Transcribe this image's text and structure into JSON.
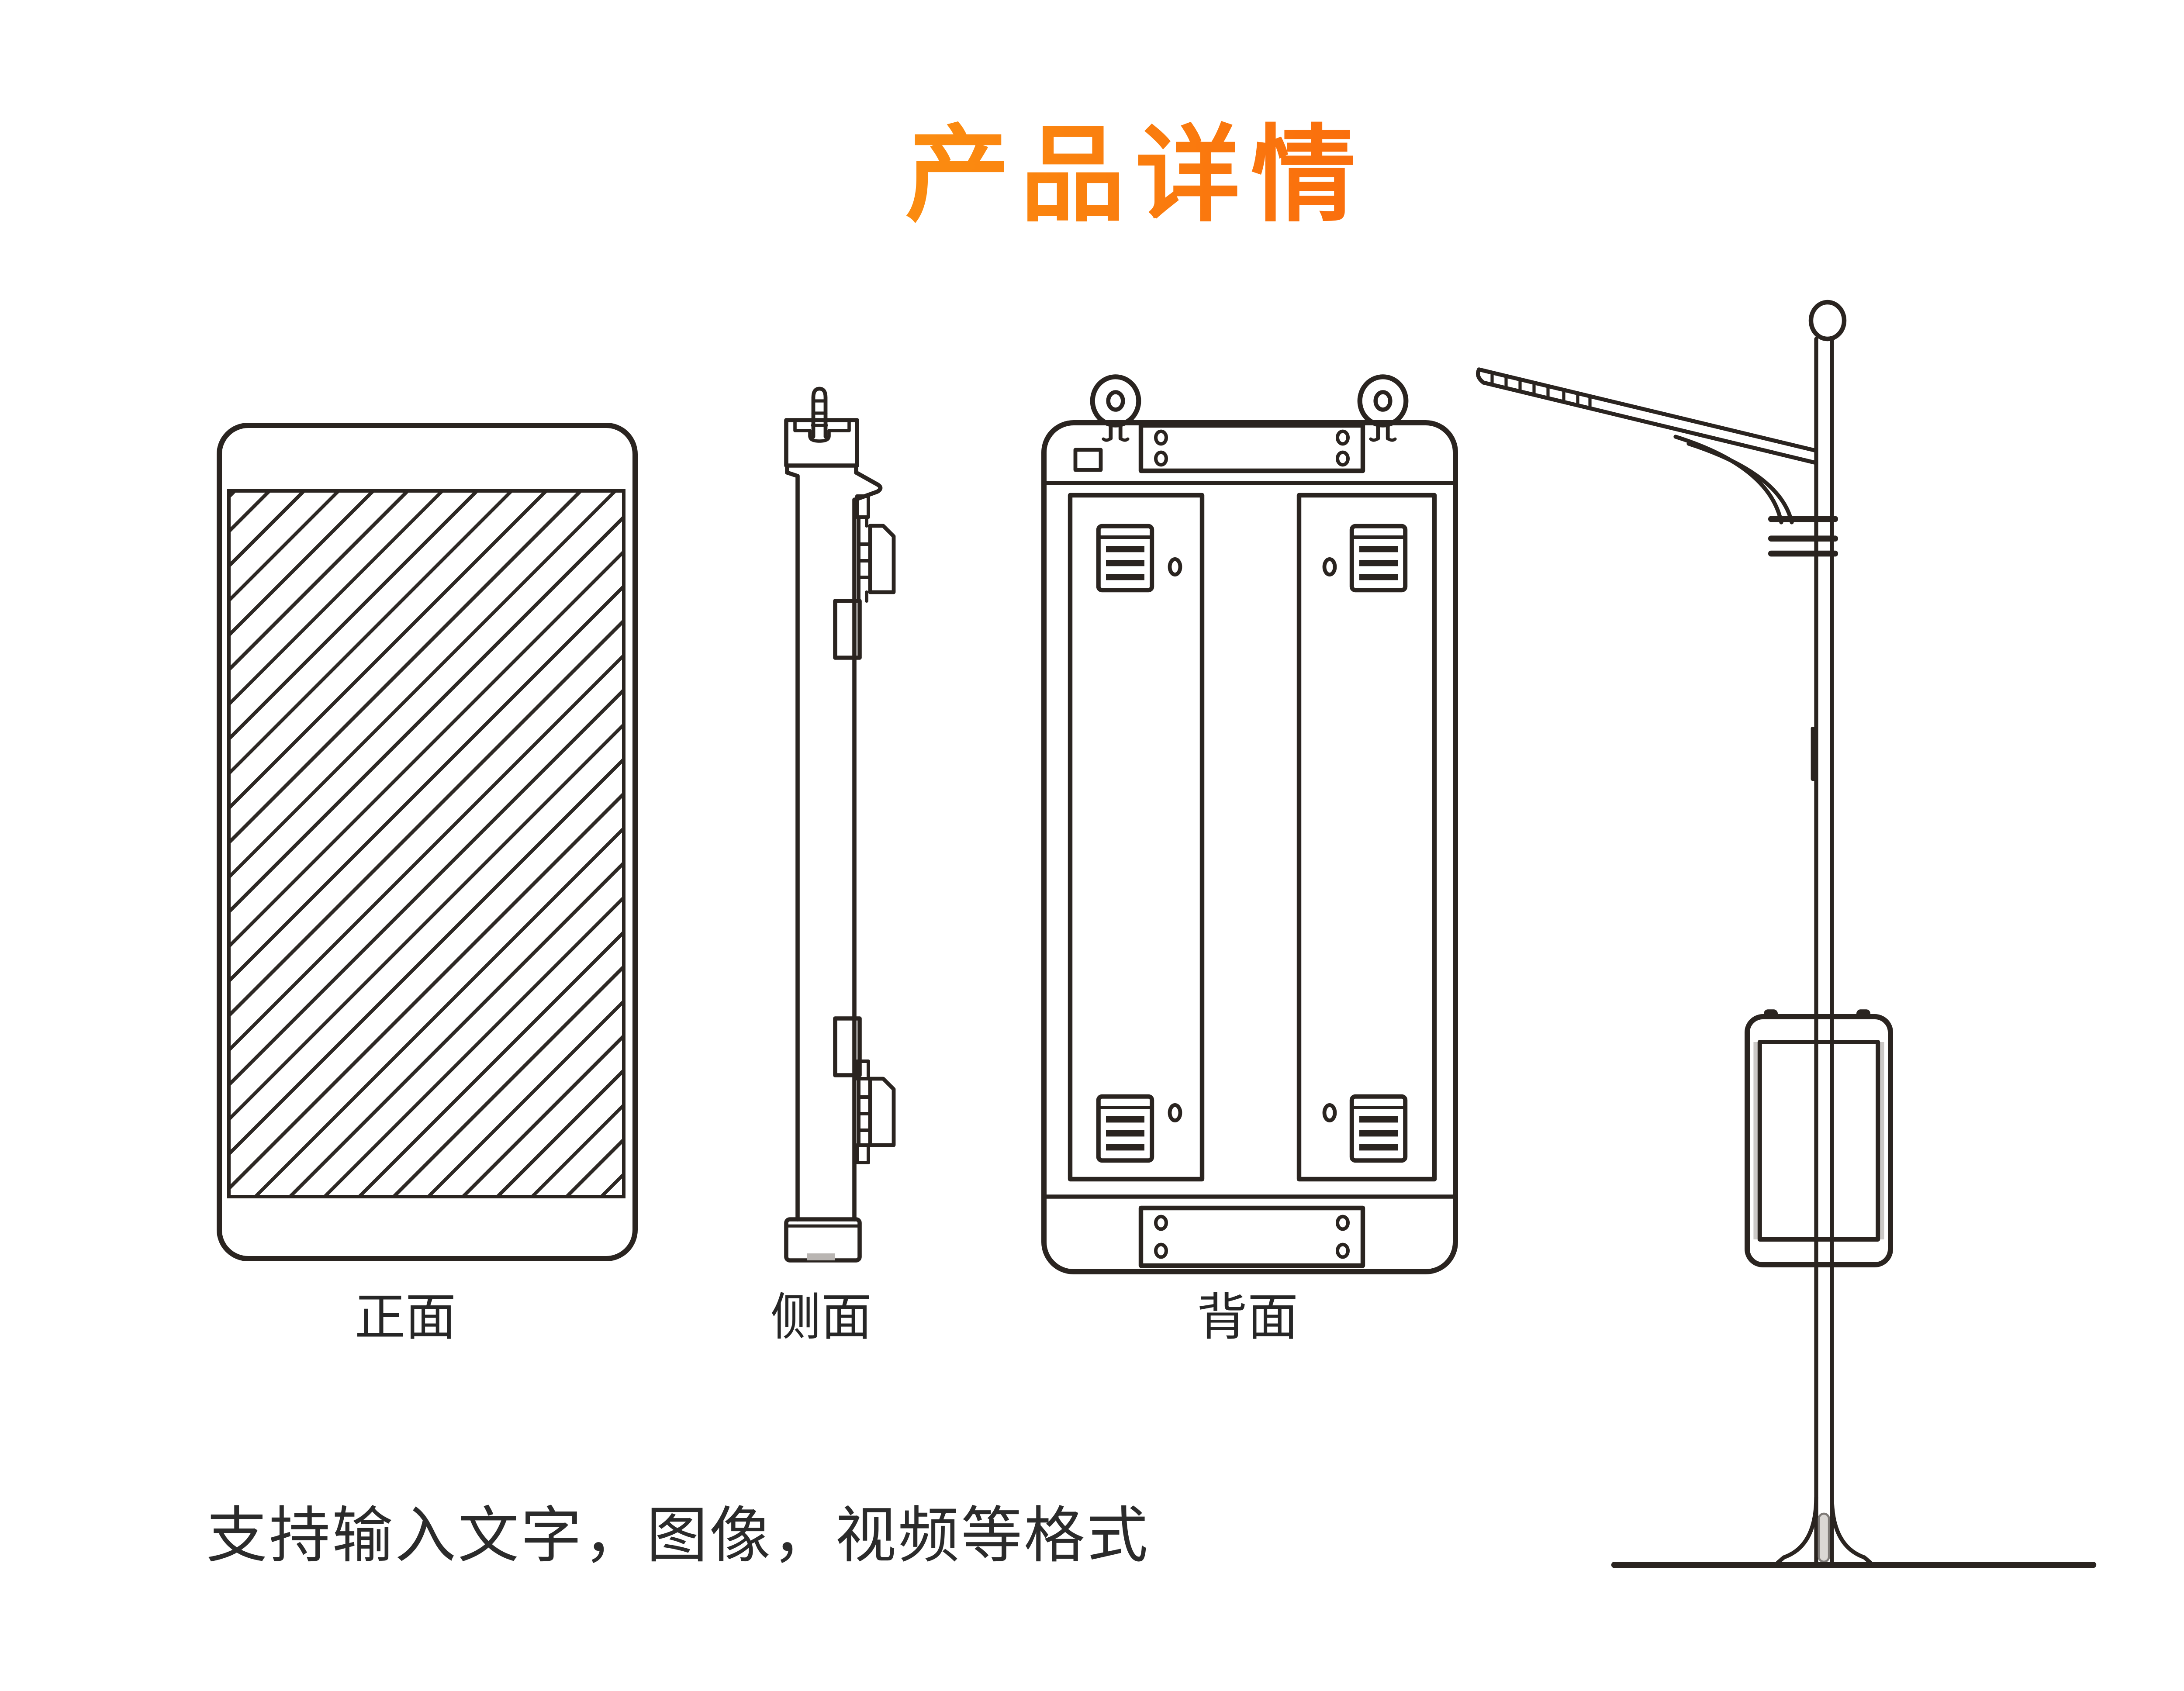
{
  "page": {
    "title": "产品详情",
    "caption": "支持输入文字，图像，视频等格式"
  },
  "views": {
    "front": {
      "label": "正面"
    },
    "side": {
      "label": "侧面"
    },
    "back": {
      "label": "背面"
    }
  },
  "drawing_notes": {
    "front": "rounded-rectangle display cabinet, diagonal hatched screen area",
    "side": "thin profile with top bolt, cap, right-side brackets and connector boxes, base with notch",
    "back": "cabinet back with two lifting eyelets, top and bottom mounting bars with holes, two door panels each with two vent grilles and lock buttons",
    "pole": "street light pole with ball finial, solar lamp arm, curved bracket, three clamp bands, mounted display cabinet, flared base on ground line"
  },
  "colors": {
    "title_gradient_start": "#fca713",
    "title_gradient_end": "#f8420a",
    "line_color": "#2a2420",
    "label_color": "#262626",
    "background": "#ffffff"
  }
}
